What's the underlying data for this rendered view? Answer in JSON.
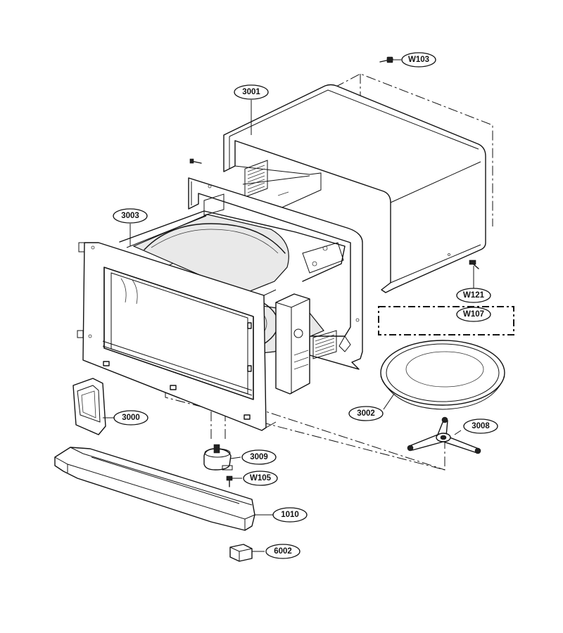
{
  "diagram": {
    "parts": [
      {
        "id": "W103",
        "name": "screw-top"
      },
      {
        "id": "3001",
        "name": "outer-cabinet"
      },
      {
        "id": "3003",
        "name": "oven-cavity"
      },
      {
        "id": "W121",
        "name": "screw-side"
      },
      {
        "id": "W107",
        "name": "screw-group"
      },
      {
        "id": "3002",
        "name": "glass-tray"
      },
      {
        "id": "3008",
        "name": "roller-rotor"
      },
      {
        "id": "3000",
        "name": "cover-plate"
      },
      {
        "id": "3009",
        "name": "turntable-motor"
      },
      {
        "id": "W105",
        "name": "screw-motor"
      },
      {
        "id": "1010",
        "name": "front-bar"
      },
      {
        "id": "6002",
        "name": "foot"
      }
    ]
  }
}
